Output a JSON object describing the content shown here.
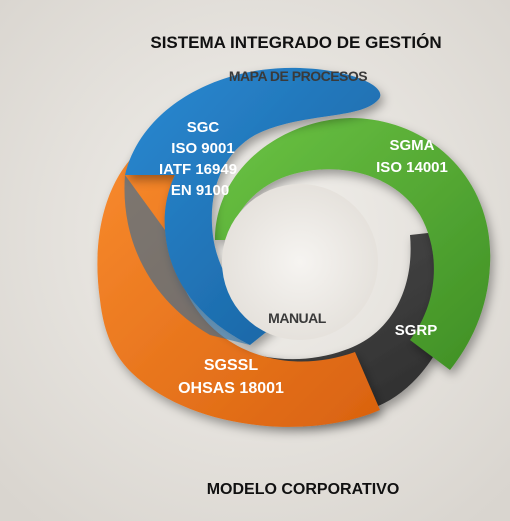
{
  "title": "SISTEMA INTEGRADO DE GESTIÓN",
  "footer": "MODELO CORPORATIVO",
  "labels": {
    "mapa": "MAPA DE PROCESOS",
    "manual": "MANUAL"
  },
  "segments": {
    "sgc": {
      "lines": [
        "SGC",
        "ISO 9001",
        "IATF  16949",
        "EN 9100"
      ],
      "color": "#1f78c0"
    },
    "sgma": {
      "lines": [
        "SGMA",
        "ISO 14001"
      ],
      "color": "#5cb336"
    },
    "sgrp": {
      "lines": [
        "SGRP"
      ],
      "color": "#3d3d3d"
    },
    "sgssl": {
      "lines": [
        "SGSSL",
        "OHSAS 18001"
      ],
      "color": "#f47a20"
    }
  },
  "colors": {
    "background": "#e9e6e1",
    "center": "#f3f1ed"
  }
}
